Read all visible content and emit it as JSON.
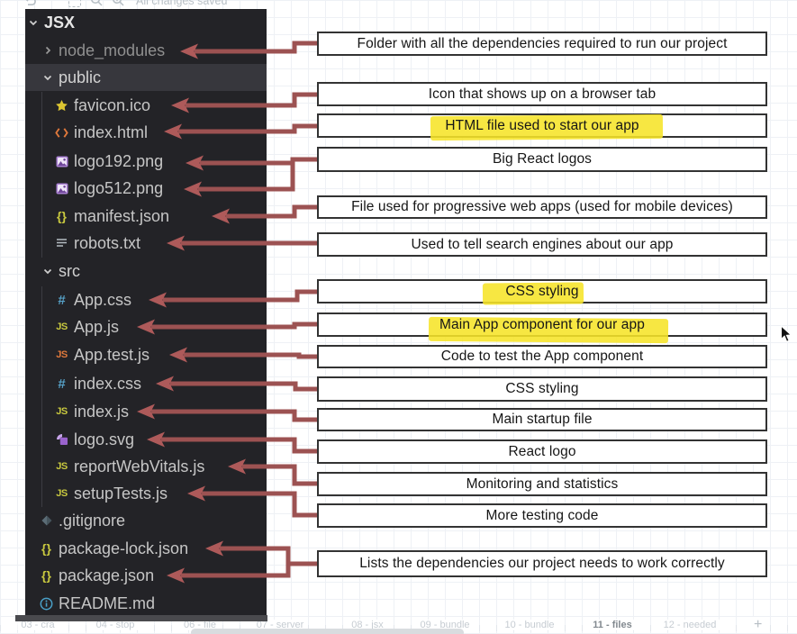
{
  "toolbar": {
    "status": "All changes saved"
  },
  "tree": {
    "items": [
      {
        "name": "JSX",
        "type": "folder-open"
      },
      {
        "name": "node_modules",
        "type": "folder-collapsed"
      },
      {
        "name": "public",
        "type": "folder-open",
        "selected": true
      },
      {
        "name": "favicon.ico",
        "type": "file"
      },
      {
        "name": "index.html",
        "type": "file"
      },
      {
        "name": "logo192.png",
        "type": "file"
      },
      {
        "name": "logo512.png",
        "type": "file"
      },
      {
        "name": "manifest.json",
        "type": "file"
      },
      {
        "name": "robots.txt",
        "type": "file"
      },
      {
        "name": "src",
        "type": "folder-open"
      },
      {
        "name": "App.css",
        "type": "file"
      },
      {
        "name": "App.js",
        "type": "file"
      },
      {
        "name": "App.test.js",
        "type": "file"
      },
      {
        "name": "index.css",
        "type": "file"
      },
      {
        "name": "index.js",
        "type": "file"
      },
      {
        "name": "logo.svg",
        "type": "file"
      },
      {
        "name": "reportWebVitals.js",
        "type": "file"
      },
      {
        "name": "setupTests.js",
        "type": "file"
      },
      {
        "name": ".gitignore",
        "type": "file"
      },
      {
        "name": "package-lock.json",
        "type": "file"
      },
      {
        "name": "package.json",
        "type": "file"
      },
      {
        "name": "README.md",
        "type": "file"
      }
    ]
  },
  "annotations": [
    {
      "text": "Folder with all the dependencies required to run our project",
      "target": "node_modules",
      "highlighted": false
    },
    {
      "text": "Icon that shows up on a browser tab",
      "target": "favicon.ico",
      "highlighted": false
    },
    {
      "text": "HTML file used to start our app",
      "target": "index.html",
      "highlighted": true
    },
    {
      "text": "Big React logos",
      "target": "logo192.png, logo512.png",
      "highlighted": false
    },
    {
      "text": "File used for progressive web apps (used for mobile devices)",
      "target": "manifest.json",
      "highlighted": false
    },
    {
      "text": "Used to tell search engines about our app",
      "target": "robots.txt",
      "highlighted": false
    },
    {
      "text": "CSS styling",
      "target": "App.css",
      "highlighted": true
    },
    {
      "text": "Main App component for our app",
      "target": "App.js",
      "highlighted": true
    },
    {
      "text": "Code to test the App component",
      "target": "App.test.js",
      "highlighted": false
    },
    {
      "text": "CSS styling",
      "target": "index.css",
      "highlighted": false
    },
    {
      "text": "Main startup file",
      "target": "index.js",
      "highlighted": false
    },
    {
      "text": "React logo",
      "target": "logo.svg",
      "highlighted": false
    },
    {
      "text": "Monitoring and statistics",
      "target": "reportWebVitals.js",
      "highlighted": false
    },
    {
      "text": "More testing code",
      "target": "setupTests.js",
      "highlighted": false
    },
    {
      "text": "Lists the dependencies our project needs to work correctly",
      "target": "package-lock.json, package.json",
      "highlighted": false
    }
  ],
  "page_tabs": [
    {
      "label": "03 - cra",
      "active": false
    },
    {
      "label": "04 - stop",
      "active": false
    },
    {
      "label": "06 - file",
      "active": false
    },
    {
      "label": "07 - server",
      "active": false
    },
    {
      "label": "08 - jsx",
      "active": false
    },
    {
      "label": "09 - bundle",
      "active": false
    },
    {
      "label": "10 - bundle",
      "active": false
    },
    {
      "label": "11 - files",
      "active": true
    },
    {
      "label": "12 - needed",
      "active": false
    }
  ],
  "add_tab_label": "+",
  "colors": {
    "arrow": "#9c5252",
    "arrowhead": "#ae5a5a",
    "highlight": "#f6e428",
    "panel_bg": "#232327",
    "selected_row": "#37373d"
  }
}
